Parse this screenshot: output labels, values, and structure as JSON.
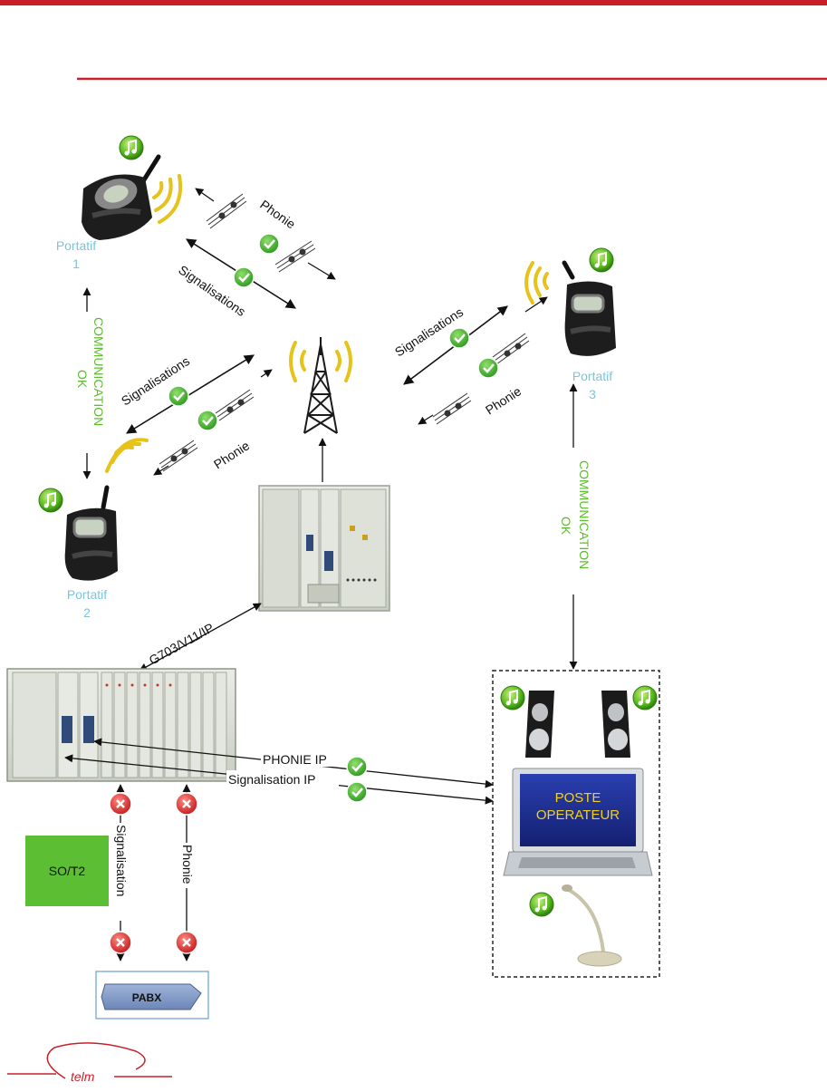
{
  "colors": {
    "accent_red": "#c8202a",
    "label_cyan": "#7cc4da",
    "ok_green": "#5dbb2e",
    "error_red": "#d7262b",
    "so_box_green": "#5cbf33",
    "screen_blue": "#1d2f8f",
    "screen_text_yellow": "#f3d21c"
  },
  "radios": {
    "p1_line1": "Portatif",
    "p1_line2": "1",
    "p2_line1": "Portatif",
    "p2_line2": "2",
    "p3_line1": "Portatif",
    "p3_line2": "3"
  },
  "links": {
    "phonie": "Phonie",
    "signalisations": "Signalisations",
    "comm_ok_line1": "COMMUNICATION",
    "comm_ok_line2": "OK",
    "g703": "G703/V11/IP",
    "phonie_ip": "PHONIE IP",
    "signalisation_ip": "Signalisation IP",
    "signalisation": "Signalisation",
    "phonie_pabx": "Phonie"
  },
  "boxes": {
    "so_t2": "SO/T2",
    "pabx": "PABX",
    "poste_line1": "POSTE",
    "poste_line2": "OPERATEUR"
  },
  "logo": {
    "text": "telm"
  }
}
